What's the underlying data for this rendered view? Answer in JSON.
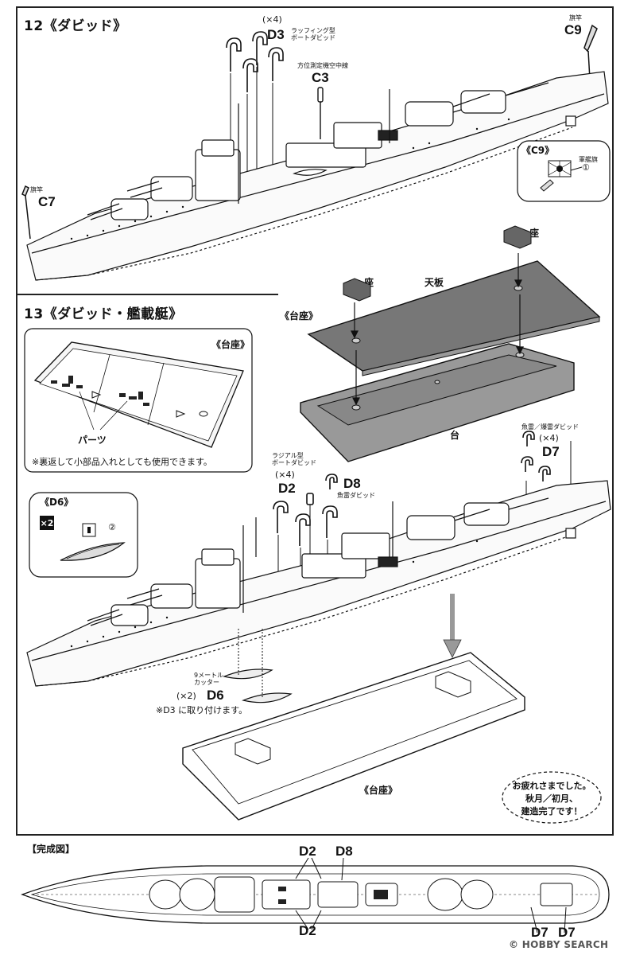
{
  "step12": {
    "title": "12《ダビッド》",
    "d3": {
      "count": "(×4)",
      "code": "D3",
      "desc_line1": "ラッフィング型",
      "desc_line2": "ボートダビッド"
    },
    "c3": {
      "code": "C3",
      "desc": "方位測定機空中線"
    },
    "c9": {
      "code": "C9",
      "desc": "旗竿"
    },
    "c7": {
      "code": "C7",
      "desc": "旗竿"
    },
    "c9_detail": {
      "title": "《C9》",
      "decal_label": "軍艦旗",
      "decal_number": "①"
    }
  },
  "base_explode": {
    "title": "《台座》",
    "za_left": "座",
    "za_right": "座",
    "tenban": "天板",
    "dai": "台"
  },
  "step13": {
    "title": "13《ダビッド・艦載艇》",
    "tray": {
      "title": "《台座》",
      "parts_label": "パーツ",
      "note": "※裏返して小部品入れとしても使用できます。"
    },
    "d6_detail": {
      "title": "《D6》",
      "badge": "×2",
      "decal_number": "②"
    },
    "d2": {
      "desc_line1": "ラジアル型",
      "desc_line2": "ボートダビッド",
      "count": "(×4)",
      "code": "D2"
    },
    "d8": {
      "code": "D8",
      "desc": "魚雷ダビッド"
    },
    "d7": {
      "desc": "魚雷／爆雷ダビッド",
      "count": "(×4)",
      "code": "D7"
    },
    "d6": {
      "desc_line1": "9メートル",
      "desc_line2": "カッター",
      "count": "(×2)",
      "code": "D6",
      "note": "※D3 に取り付けます。"
    },
    "stand_label": "《台座》",
    "bubble_line1": "お疲れさまでした。",
    "bubble_line2": "秋月／初月、",
    "bubble_line3": "建造完了です！"
  },
  "completed": {
    "title": "【完成図】",
    "d2_top": "D2",
    "d8_top": "D8",
    "d2_bottom": "D2",
    "d7_left": "D7",
    "d7_right": "D7"
  },
  "watermark": "© HOBBY SEARCH"
}
